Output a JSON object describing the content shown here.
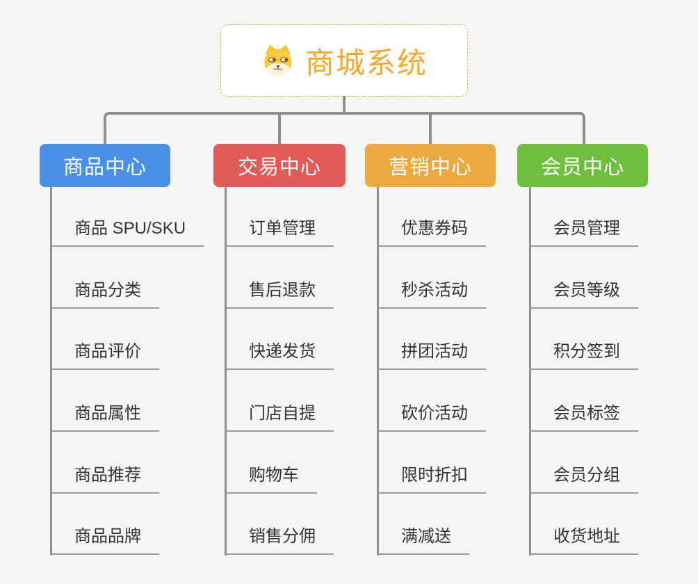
{
  "root": {
    "title": "商城系统",
    "icon": "dog-face-icon"
  },
  "branches": [
    {
      "label": "商品中心",
      "color": "#4A90E8",
      "children": [
        "商品 SPU/SKU",
        "商品分类",
        "商品评价",
        "商品属性",
        "商品推荐",
        "商品品牌"
      ]
    },
    {
      "label": "交易中心",
      "color": "#E25B5B",
      "children": [
        "订单管理",
        "售后退款",
        "快递发货",
        "门店自提",
        "购物车",
        "销售分佣"
      ]
    },
    {
      "label": "营销中心",
      "color": "#EBA93F",
      "children": [
        "优惠券码",
        "秒杀活动",
        "拼团活动",
        "砍价活动",
        "限时折扣",
        "满减送"
      ]
    },
    {
      "label": "会员中心",
      "color": "#6FBE3F",
      "children": [
        "会员管理",
        "会员等级",
        "积分签到",
        "会员标签",
        "会员分组",
        "收货地址"
      ]
    }
  ],
  "colors": {
    "background": "#F5F5F5",
    "connector": "#8F8F8F",
    "leaf_line": "#999999",
    "leaf_text": "#333333",
    "root_border": "#F0B24A",
    "root_text": "#F5A72F"
  }
}
